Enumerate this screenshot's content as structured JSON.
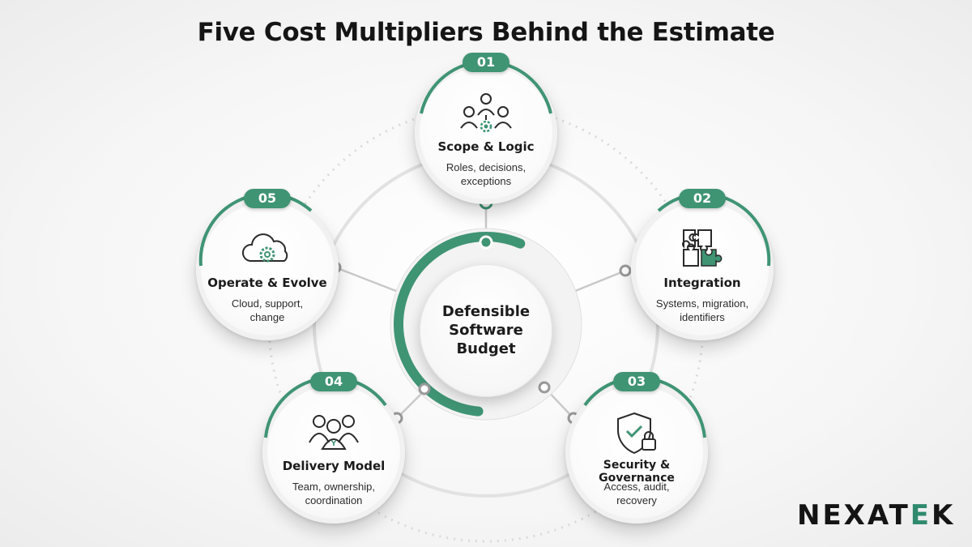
{
  "title": "Five Cost Multipliers Behind the Estimate",
  "hub": {
    "lines": [
      "Defensible",
      "Software Budget"
    ],
    "arc_fraction": 0.55
  },
  "nodes": [
    {
      "number": "01",
      "name": "Scope & Logic",
      "desc": [
        "Roles, decisions,",
        "exceptions"
      ],
      "icon": "people-gear-icon"
    },
    {
      "number": "02",
      "name": "Integration",
      "desc": [
        "Systems, migration,",
        "identifiers"
      ],
      "icon": "puzzle-icon"
    },
    {
      "number": "03",
      "name": "Security & Governance",
      "desc": [
        "Access, audit,",
        "recovery"
      ],
      "icon": "shield-lock-icon"
    },
    {
      "number": "04",
      "name": "Delivery Model",
      "desc": [
        "Team, ownership,",
        "coordination"
      ],
      "icon": "team-icon"
    },
    {
      "number": "05",
      "name": "Operate & Evolve",
      "desc": [
        "Cloud, support,",
        "change"
      ],
      "icon": "cloud-gear-icon"
    }
  ],
  "logo": {
    "text": "NEXATEK",
    "main": "NEXAT",
    "accent": "E",
    "tail": "K"
  },
  "colors": {
    "accent": "#3f9474",
    "accent_light": "#cfe6dc",
    "text": "#1b1b1b"
  }
}
